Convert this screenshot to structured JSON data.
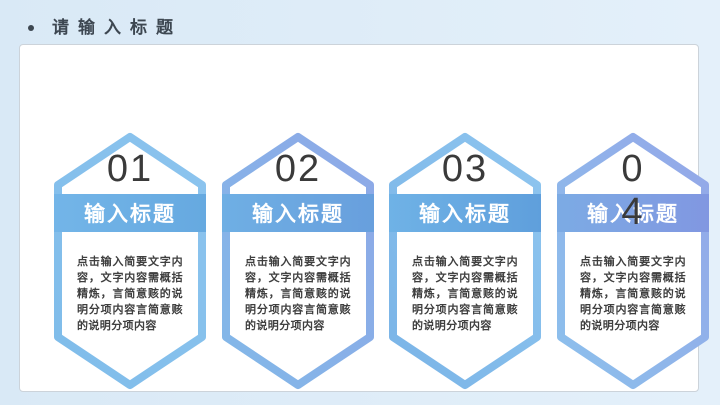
{
  "page": {
    "background_left": "#d9e9f6",
    "background_right": "#e4f0fa",
    "slide_background": "#ffffff",
    "title_color": "#3d4751"
  },
  "header": {
    "bullet": "",
    "title": "请输入标题"
  },
  "cards": [
    {
      "number": "01",
      "banner_label": "输入标题",
      "body": "点击输入简要文字内容，文字内容需概括精炼，言简意赅的说明分项内容言简意赅的说明分项内容",
      "border_gradient": [
        "#7fbcea",
        "#8cc4ee"
      ],
      "banner_gradient": [
        "#73b5e8",
        "#66a9e0"
      ]
    },
    {
      "number": "02",
      "banner_label": "输入标题",
      "body": "点击输入简要文字内容，文字内容需概括精炼，言简意赅的说明分项内容言简意赅的说明分项内容",
      "border_gradient": [
        "#82b8e8",
        "#8ea8e7"
      ],
      "banner_gradient": [
        "#6fafe4",
        "#689fdd"
      ]
    },
    {
      "number": "03",
      "banner_label": "输入标题",
      "body": "点击输入简要文字内容，文字内容需概括精炼，言简意赅的说明分项内容言简意赅的说明分项内容",
      "border_gradient": [
        "#7ab4e7",
        "#8ec5ef"
      ],
      "banner_gradient": [
        "#6fb2e6",
        "#5f9fdc"
      ]
    },
    {
      "number": "0\n4",
      "banner_label": "输入标题",
      "body": "点击输入简要文字内容，文字内容需概括精炼，言简意赅的说明分项内容言简意赅的说明分项内容",
      "border_gradient": [
        "#8cc0ec",
        "#94a7e8"
      ],
      "banner_gradient": [
        "#7cabe4",
        "#8197e1"
      ]
    }
  ]
}
